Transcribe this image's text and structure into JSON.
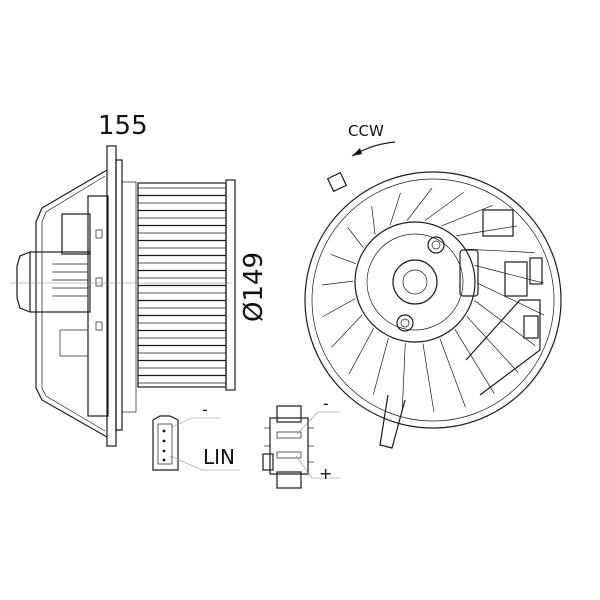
{
  "dimensions": {
    "length": "155",
    "diameter": "Ø149"
  },
  "rotation": "CCW",
  "connector_lin": {
    "minus": "-",
    "lin": "LIN"
  },
  "connector_power": {
    "minus": "-",
    "plus": "+"
  },
  "colors": {
    "line": "#1a1a1a",
    "background": "#ffffff"
  }
}
